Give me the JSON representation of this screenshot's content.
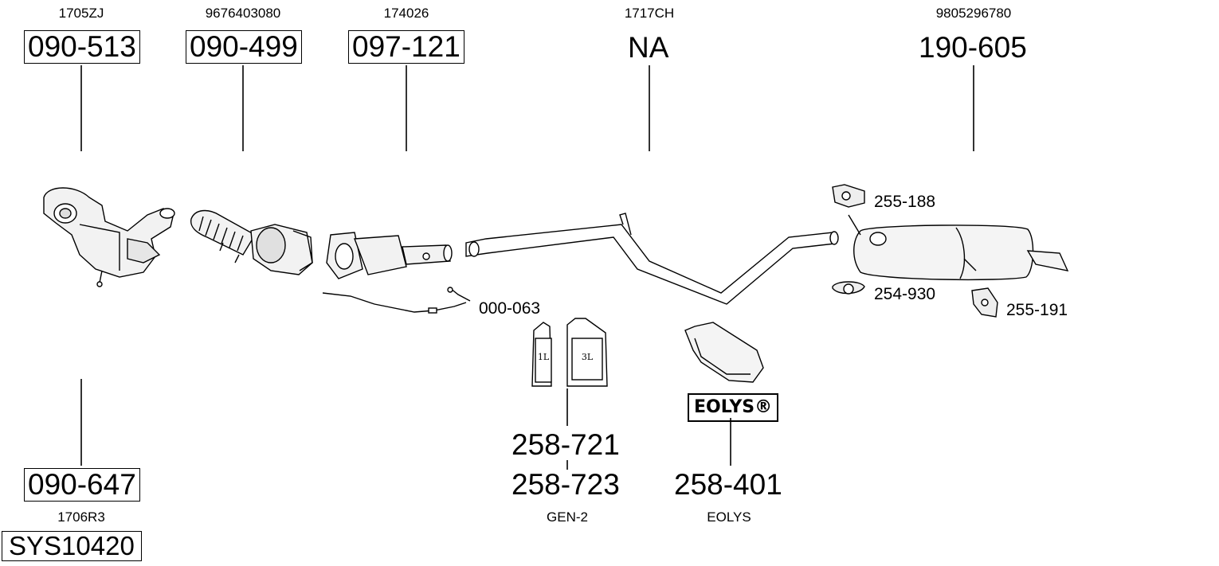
{
  "components": [
    {
      "oe": "1705ZJ",
      "part": "090-513"
    },
    {
      "oe": "9676403080",
      "part": "090-499"
    },
    {
      "oe": "174026",
      "part": "097-121"
    },
    {
      "oe": "1717CH",
      "part": "NA"
    },
    {
      "oe": "9805296780",
      "part": "190-605"
    }
  ],
  "lower_left": {
    "part": "090-647",
    "oe": "1706R3",
    "system": "SYS10420"
  },
  "fittings": {
    "clamp_top": "255-188",
    "clamp_mid": "254-930",
    "hanger": "255-191",
    "sensor": "000-063"
  },
  "additive": {
    "part_1": "258-721",
    "part_2": "258-723",
    "name": "GEN-2",
    "can_small": "1L",
    "can_large": "3L"
  },
  "eolys": {
    "logo": "EOLYS®",
    "part": "258-401",
    "name": "EOLYS"
  }
}
